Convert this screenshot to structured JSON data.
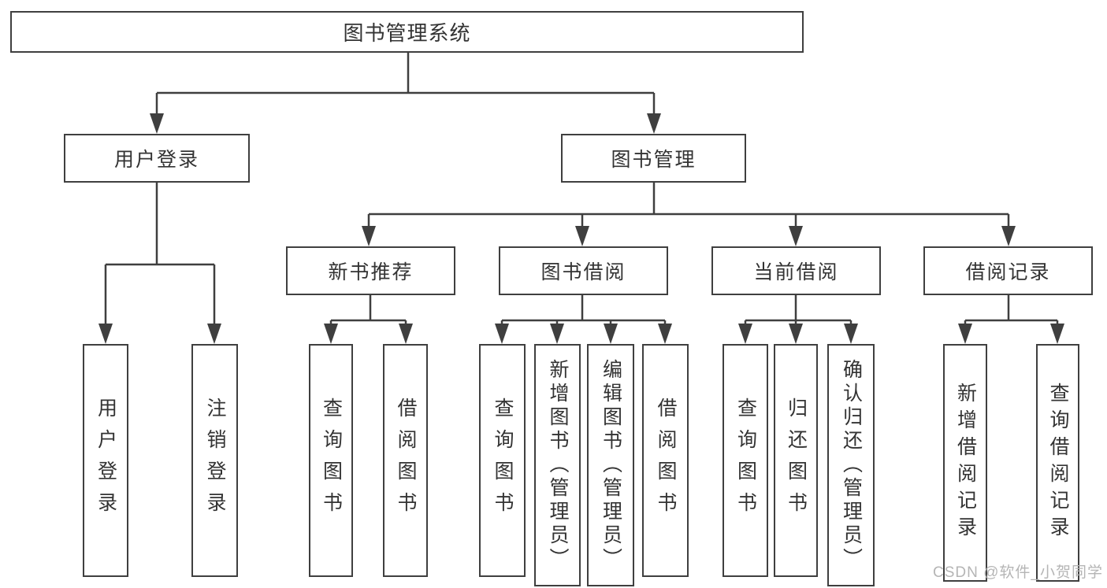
{
  "tree": {
    "root": {
      "label": "图书管理系统"
    },
    "branches": [
      {
        "label": "用户登录",
        "children": [
          {
            "label": "用户登录"
          },
          {
            "label": "注销登录"
          }
        ]
      },
      {
        "label": "图书管理",
        "sections": [
          {
            "label": "新书推荐",
            "children": [
              {
                "label": "查询图书"
              },
              {
                "label": "借阅图书"
              }
            ]
          },
          {
            "label": "图书借阅",
            "children": [
              {
                "label": "查询图书"
              },
              {
                "label": "新增图书（管理员）"
              },
              {
                "label": "编辑图书（管理员）"
              },
              {
                "label": "借阅图书"
              }
            ]
          },
          {
            "label": "当前借阅",
            "children": [
              {
                "label": "查询图书"
              },
              {
                "label": "归还图书"
              },
              {
                "label": "确认归还（管理员）"
              }
            ]
          },
          {
            "label": "借阅记录",
            "children": [
              {
                "label": "新增借阅记录"
              },
              {
                "label": "查询借阅记录"
              }
            ]
          }
        ]
      }
    ]
  },
  "watermark": {
    "text": "CSDN @软件_小贺同学"
  },
  "colors": {
    "line": "#3f3f3f",
    "text": "#333333",
    "box_background": "#ffffff",
    "watermark": "#b5b5b5"
  }
}
